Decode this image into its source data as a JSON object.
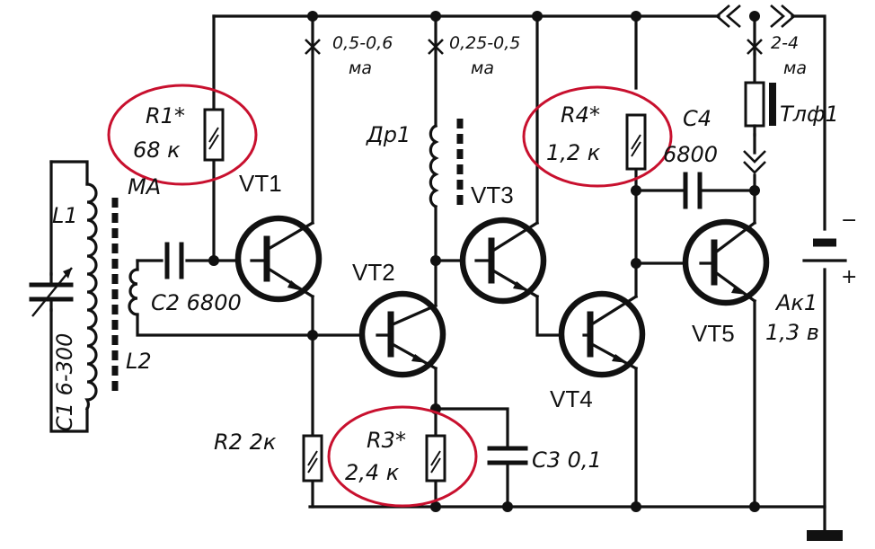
{
  "labels": {
    "r1_name": "R1*",
    "r1_value": "68 к",
    "r2": "R2 2к",
    "r3_name": "R3*",
    "r3_value": "2,4 к",
    "r4_name": "R4*",
    "r4_value": "1,2 к",
    "c1": "C1 6-300",
    "c2": "C2 6800",
    "c3": "C3 0,1",
    "c4_name": "C4",
    "c4_value": "6800",
    "l1": "L1",
    "l2": "L2",
    "ma_core": "МА",
    "choke": "Др1",
    "phone": "Тлф1",
    "battery_name": "Ак1",
    "battery_value": "1,3 в",
    "current1_value": "0,5-0,6",
    "current1_unit": "ма",
    "current2_value": "0,25-0,5",
    "current2_unit": "ма",
    "current3_value": "2-4",
    "current3_unit": "ма",
    "vt1": "VT1",
    "vt2": "VT2",
    "vt3": "VT3",
    "vt4": "VT4",
    "vt5": "VT5",
    "minus": "−",
    "plus": "+"
  },
  "colors": {
    "highlight": "#c8102e",
    "ink": "#111111"
  }
}
